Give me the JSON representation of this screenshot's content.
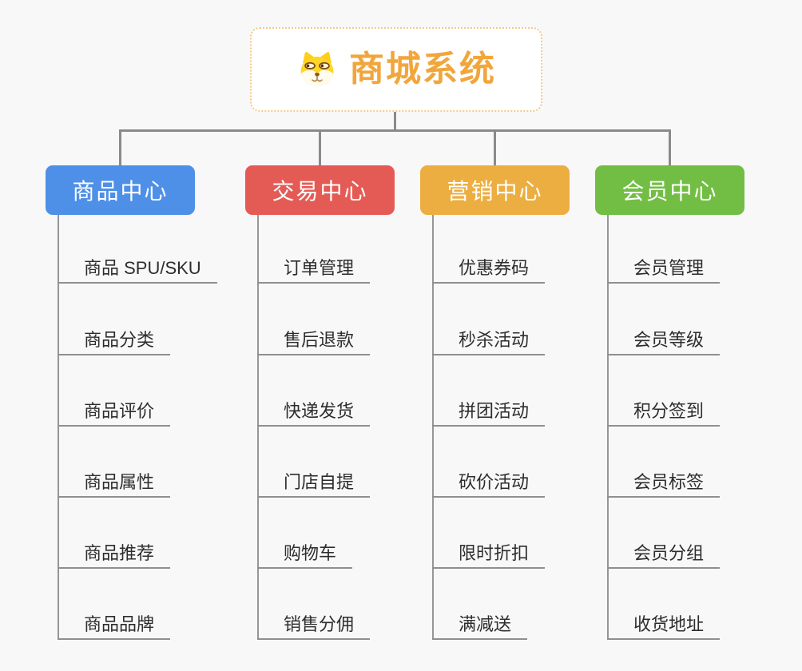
{
  "root": {
    "title": "商城系统",
    "icon": "dog-face",
    "accent_color": "#F1A63C",
    "border_color": "#F3C985"
  },
  "connector_color": "#8A8A8A",
  "underline_color": "#8F8F8F",
  "branches": [
    {
      "label": "商品中心",
      "color": "#4E90E8",
      "items": [
        "商品 SPU/SKU",
        "商品分类",
        "商品评价",
        "商品属性",
        "商品推荐",
        "商品品牌"
      ]
    },
    {
      "label": "交易中心",
      "color": "#E45B55",
      "items": [
        "订单管理",
        "售后退款",
        "快递发货",
        "门店自提",
        "购物车",
        "销售分佣"
      ]
    },
    {
      "label": "营销中心",
      "color": "#ECAE41",
      "items": [
        "优惠券码",
        "秒杀活动",
        "拼团活动",
        "砍价活动",
        "限时折扣",
        "满减送"
      ]
    },
    {
      "label": "会员中心",
      "color": "#72BE44",
      "items": [
        "会员管理",
        "会员等级",
        "积分签到",
        "会员标签",
        "会员分组",
        "收货地址"
      ]
    }
  ]
}
